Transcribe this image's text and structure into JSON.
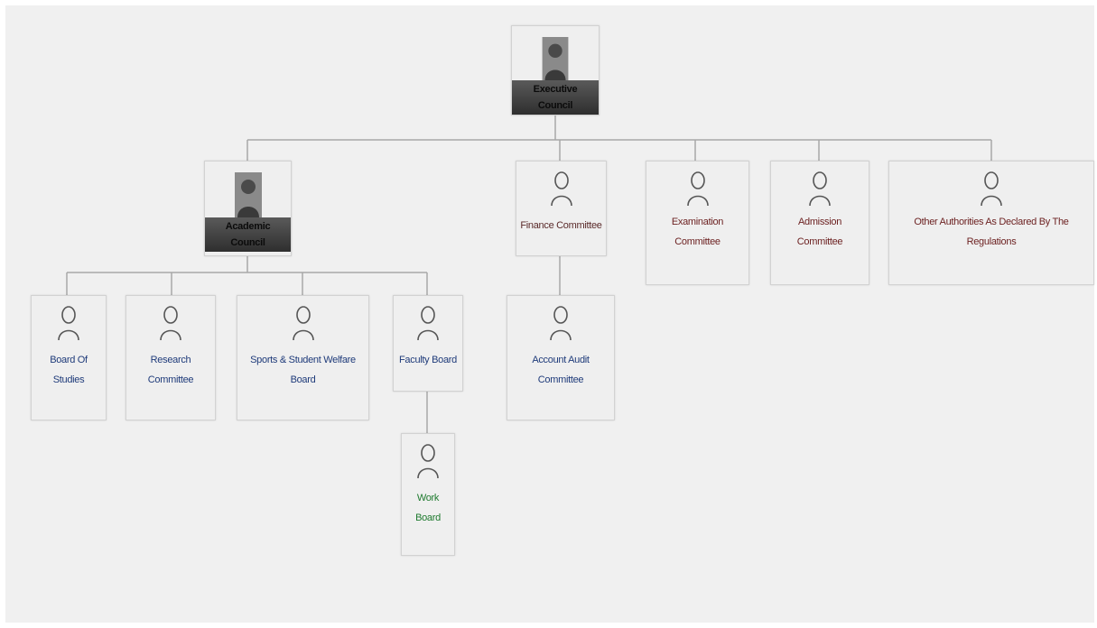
{
  "nodes": {
    "executive_council": {
      "label": "Executive Council",
      "color": "#0b0b0b"
    },
    "academic_council": {
      "label": "Academic Council",
      "color": "#0b0b0b"
    },
    "finance_committee": {
      "label": "Finance Committee",
      "color": "#5a2a2a"
    },
    "examination_committee": {
      "label": "Examination Committee",
      "color": "#6b1f1f"
    },
    "admission_committee": {
      "label": "Admission Committee",
      "color": "#6b1f1f"
    },
    "other_authorities": {
      "label": "Other Authorities As Declared By The Regulations",
      "color": "#6b1f1f"
    },
    "board_of_studies": {
      "label": "Board Of Studies",
      "color": "#1f3b7a"
    },
    "research_committee": {
      "label": "Research Committee",
      "color": "#1f3b7a"
    },
    "sports_board": {
      "label": "Sports & Student Welfare Board",
      "color": "#1f3b7a"
    },
    "faculty_board": {
      "label": "Faculty Board",
      "color": "#1f3b7a"
    },
    "account_audit_committee": {
      "label": "Account Audit Committee",
      "color": "#1f3b7a"
    },
    "work_board": {
      "label": "Work Board",
      "color": "#1e7a2e"
    }
  },
  "icons": {
    "person_outline": "person-outline-icon",
    "person_photo": "person-photo-icon"
  },
  "colors": {
    "background": "#f0f0f0",
    "connector": "#a8a8a8",
    "box_border": "#d2d2d2"
  }
}
